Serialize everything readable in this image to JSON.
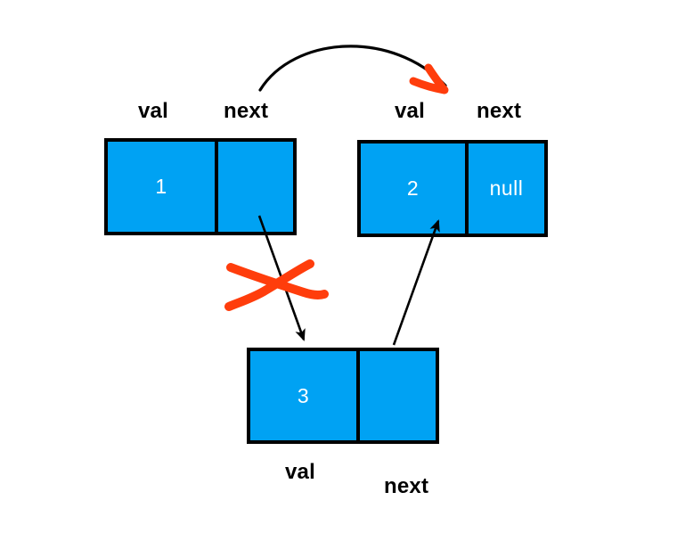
{
  "diagram": {
    "title": "Linked list node relinking diagram",
    "colors": {
      "node_fill": "#00A2F3",
      "node_border": "#000000",
      "node_text": "#FFFFFF",
      "label_text": "#000000",
      "annotation_red": "#FF3D0C",
      "arrow_black": "#000000",
      "background": "#FFFFFF"
    },
    "nodes": [
      {
        "id": "node-1",
        "val_label": "val",
        "next_label": "next",
        "val_text": "1",
        "next_text": ""
      },
      {
        "id": "node-2",
        "val_label": "val",
        "next_label": "next",
        "val_text": "2",
        "next_text": "null"
      },
      {
        "id": "node-3",
        "val_label": "val",
        "next_label": "next",
        "val_text": "3",
        "next_text": ""
      }
    ],
    "connectors": [
      {
        "id": "edge-node1-to-node3",
        "from": "node-1.next",
        "to": "node-3.val",
        "style": "solid-black-arrow",
        "state": "crossed-out"
      },
      {
        "id": "edge-node3-to-node2",
        "from": "node-3.next",
        "to": "node-2.val",
        "style": "solid-black-arrow",
        "state": "active"
      },
      {
        "id": "edge-node1-to-node2-new",
        "from": "node-1.next",
        "to": "node-2",
        "style": "curved-black-arc-red-arrowhead",
        "state": "new"
      }
    ],
    "annotations": [
      {
        "id": "cross-out-mark",
        "kind": "red-x",
        "meaning": "pointer removed"
      },
      {
        "id": "red-arrowhead",
        "kind": "red-arrowhead",
        "meaning": "new pointer target"
      }
    ]
  }
}
